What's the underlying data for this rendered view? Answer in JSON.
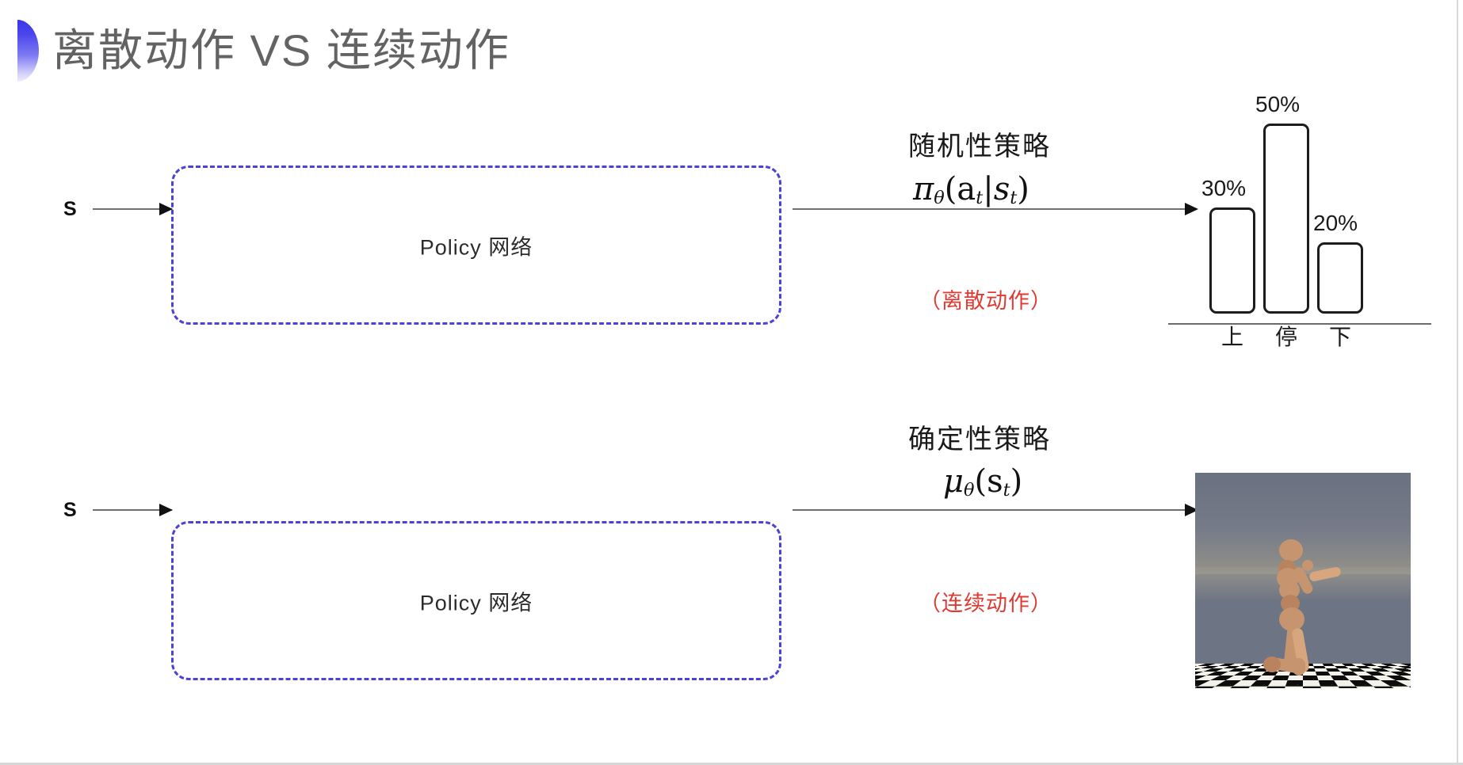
{
  "slide": {
    "title": "离散动作 VS 连续动作",
    "accent_gradient_top": "#3b36e8",
    "accent_gradient_bottom": "#efeefd",
    "box_border_color": "#4b42d6",
    "red_note_color": "#e03a33"
  },
  "rows": [
    {
      "id": "discrete",
      "state_label": "S",
      "policy_box_label": "Policy 网络",
      "policy_kind": "随机性策略",
      "formula_main": "π",
      "formula_sub1": "θ",
      "formula_args": "(a",
      "formula_sub2": "t",
      "formula_bar": "|s",
      "formula_sub3": "t",
      "formula_close": ")",
      "note": "（离散动作）"
    },
    {
      "id": "continuous",
      "state_label": "S",
      "policy_box_label": "Policy 网络",
      "policy_kind": "确定性策略",
      "formula_main": "μ",
      "formula_sub1": "θ",
      "formula_args": "(s",
      "formula_sub2": "t",
      "formula_close": ")",
      "note": "（连续动作）"
    }
  ],
  "chart_data": {
    "type": "bar",
    "title": "",
    "categories": [
      "上",
      "停",
      "下"
    ],
    "values": [
      30,
      50,
      20
    ],
    "value_labels": [
      "30%",
      "50%",
      "20%"
    ],
    "xlabel": "",
    "ylabel": "",
    "ylim": [
      0,
      60
    ],
    "grid": false,
    "legend": "none",
    "bar_fill": "#ffffff",
    "bar_stroke": "#1c1c1c"
  },
  "sim": {
    "name": "humanoid-simulation",
    "caption": ""
  }
}
